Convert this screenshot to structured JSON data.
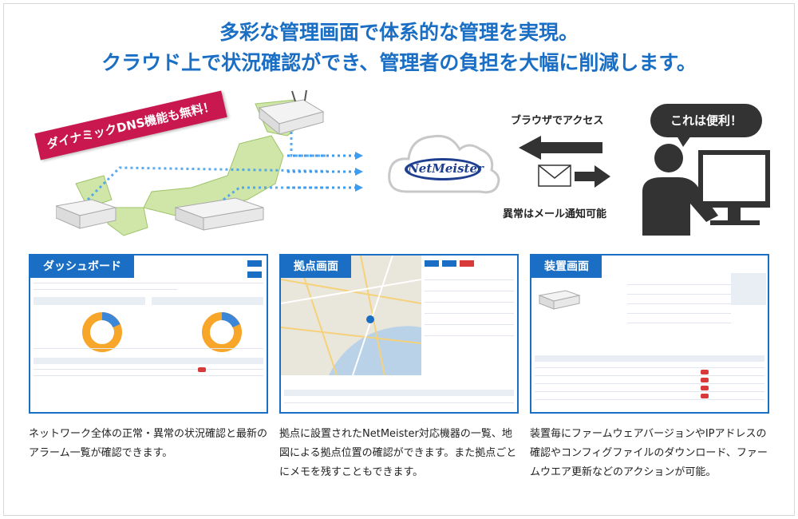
{
  "headline": {
    "line1": "多彩な管理画面で体系的な管理を実現。",
    "line2": "クラウド上で状況確認ができ、管理者の負担を大幅に削減します。"
  },
  "illustration": {
    "banner": "ダイナミックDNS機能も無料！",
    "cloud_logo": "NetMeister",
    "browser_access": "ブラウザでアクセス",
    "mail_notice": "異常はメール通知可能",
    "bubble": "これは便利！"
  },
  "panels": [
    {
      "tab": "ダッシュボード",
      "description": "ネットワーク全体の正常・異常の状況確認と最新のアラーム一覧が確認できます。"
    },
    {
      "tab": "拠点画面",
      "description": "拠点に設置されたNetMeister対応機器の一覧、地図による拠点位置の確認ができます。また拠点ごとにメモを残すこともできます。"
    },
    {
      "tab": "装置画面",
      "description": "装置毎にファームウェアバージョンやIPアドレスの確認やコンフィグファイルのダウンロード、ファームウエア更新などのアクションが可能。"
    }
  ],
  "colors": {
    "accent": "#1a6fc4",
    "banner": "#c9174f",
    "map_green": "#cfe6a8",
    "donut_orange": "#f7a629",
    "donut_blue": "#3c86d8"
  }
}
